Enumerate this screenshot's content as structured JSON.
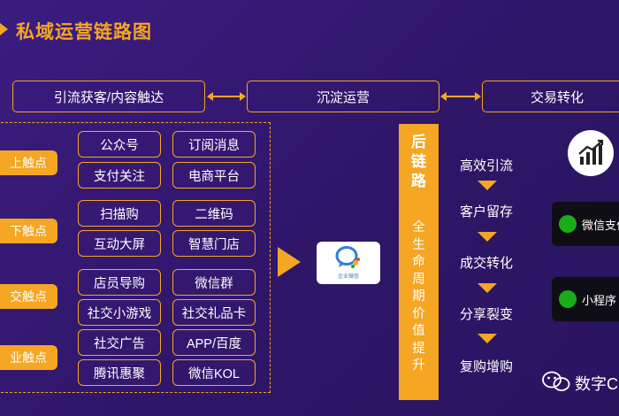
{
  "title": "私域运营链路图",
  "stages": [
    "引流获客/内容触达",
    "沉淀运营",
    "交易转化"
  ],
  "touchpoints": [
    "上触点",
    "下触点",
    "交触点",
    "业触点"
  ],
  "channels": [
    [
      "公众号",
      "订阅消息"
    ],
    [
      "支付关注",
      "电商平台"
    ],
    [
      "扫描购",
      "二维码"
    ],
    [
      "互动大屏",
      "智慧门店"
    ],
    [
      "店员导购",
      "微信群"
    ],
    [
      "社交小游戏",
      "社交礼品卡"
    ],
    [
      "社交广告",
      "APP/百度"
    ],
    [
      "腾讯惠聚",
      "微信KOL"
    ]
  ],
  "wework_label": "企业微信",
  "post_link": {
    "title_line1": "后",
    "title_line2": "链",
    "title_line3": "路",
    "subtitle": [
      "全",
      "生",
      "命",
      "周",
      "期",
      "价",
      "值",
      "提",
      "升"
    ]
  },
  "flow_steps": [
    "高效引流",
    "客户留存",
    "成交转化",
    "分享裂变",
    "复购增购"
  ],
  "payment_cards": [
    "微信支付",
    "小程序"
  ],
  "icons": {
    "chart": "bar-chart-trend-icon",
    "wework": "wework-chat-icon",
    "wechat_pay": "wechat-pay-icon",
    "mini_program": "mini-program-icon",
    "watermark": "wechat-logo-icon"
  },
  "watermark_text": "数字C",
  "colors": {
    "accent": "#f5a623",
    "background": "#3a1a7a"
  }
}
